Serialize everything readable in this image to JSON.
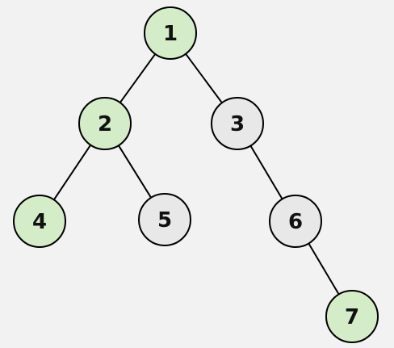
{
  "tree": {
    "colors": {
      "highlighted": "#d4ecc8",
      "normal": "#e8e8e8",
      "stroke": "#000000",
      "background": "#f2f2f2"
    },
    "nodes": [
      {
        "id": "n1",
        "label": "1",
        "highlighted": true
      },
      {
        "id": "n2",
        "label": "2",
        "highlighted": true
      },
      {
        "id": "n3",
        "label": "3",
        "highlighted": false
      },
      {
        "id": "n4",
        "label": "4",
        "highlighted": true
      },
      {
        "id": "n5",
        "label": "5",
        "highlighted": false
      },
      {
        "id": "n6",
        "label": "6",
        "highlighted": false
      },
      {
        "id": "n7",
        "label": "7",
        "highlighted": true
      }
    ],
    "edges": [
      {
        "from": "n1",
        "to": "n2"
      },
      {
        "from": "n1",
        "to": "n3"
      },
      {
        "from": "n2",
        "to": "n4"
      },
      {
        "from": "n2",
        "to": "n5"
      },
      {
        "from": "n3",
        "to": "n6"
      },
      {
        "from": "n6",
        "to": "n7"
      }
    ]
  }
}
